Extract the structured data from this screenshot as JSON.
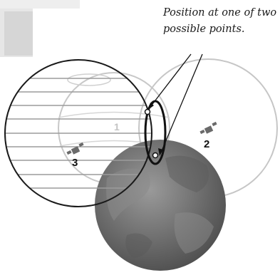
{
  "caption": {
    "line1": "Position at one of two",
    "line2": "possible points."
  },
  "satellites": [
    {
      "label": "1"
    },
    {
      "label": "2"
    },
    {
      "label": "3"
    }
  ]
}
